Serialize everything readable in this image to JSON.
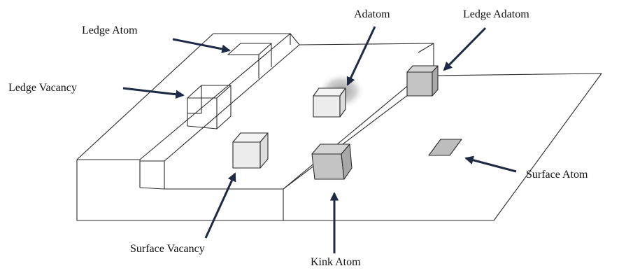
{
  "labels": {
    "ledge_atom": "Ledge Atom",
    "ledge_vacancy": "Ledge  Vacancy",
    "adatom": "Adatom",
    "ledge_adatom": "Ledge Adatom",
    "surface_atom": "Surface Atom",
    "surface_vacancy": "Surface Vacancy",
    "kink_atom": "Kink Atom"
  },
  "colors": {
    "line": "#2a2a2a",
    "arrow": "#1e2a44",
    "cube_light_top": "#f4f4f4",
    "cube_light_front": "#ececec",
    "cube_light_side": "#dcdcdc",
    "cube_dark_top": "#d4d4d4",
    "cube_dark_front": "#c4c4c4",
    "cube_dark_side": "#a8a8a8",
    "surface_atom_fill": "#bdbdbd"
  }
}
